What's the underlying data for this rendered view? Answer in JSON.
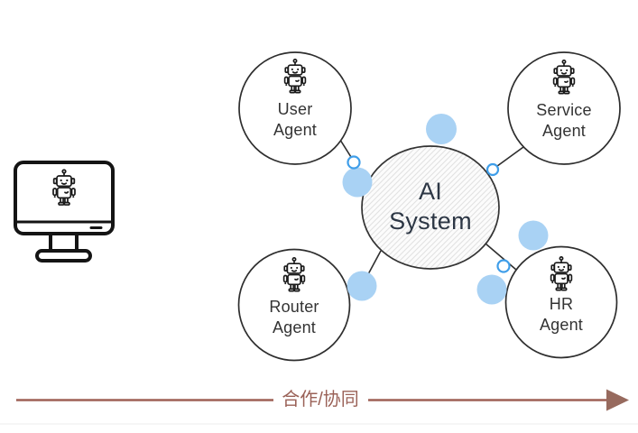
{
  "diagram": {
    "type": "multi-agent-collaboration",
    "computer": {
      "icon": "monitor-with-robot-icon"
    },
    "center_node": {
      "line1": "AI",
      "line2": "System"
    },
    "agents": [
      {
        "id": "user",
        "line1": "User",
        "line2": "Agent",
        "icon": "robot-icon"
      },
      {
        "id": "service",
        "line1": "Service",
        "line2": "Agent",
        "icon": "robot-icon"
      },
      {
        "id": "router",
        "line1": "Router",
        "line2": "Agent",
        "icon": "robot-icon"
      },
      {
        "id": "hr",
        "line1": "HR",
        "line2": "Agent",
        "icon": "robot-icon"
      }
    ],
    "arrow": {
      "label": "合作/协同"
    },
    "colors": {
      "node_stroke": "#2e2e2e",
      "dot_blue": "#a9d2f4",
      "ring_blue": "#3f9ee9",
      "arrow_brown": "#9e6055",
      "arrow_head": "#976a5e",
      "arrow_text": "#9a6157",
      "center_text": "#2d3745",
      "label_text": "#333333"
    }
  }
}
